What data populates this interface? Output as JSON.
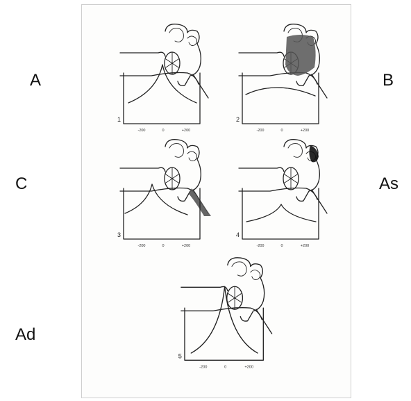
{
  "outer_labels": [
    "A",
    "B",
    "C",
    "As",
    "Ad"
  ],
  "panels": [
    {
      "number": "1",
      "ticks": [
        "-200",
        "0",
        "+200"
      ],
      "curve": "peak",
      "shading": "none"
    },
    {
      "number": "2",
      "ticks": [
        "-200",
        "0",
        "+200"
      ],
      "curve": "flat",
      "shading": "middle-ear"
    },
    {
      "number": "3",
      "ticks": [
        "-200",
        "0",
        "+200"
      ],
      "curve": "shifted-negative",
      "shading": "eustachian-tube"
    },
    {
      "number": "4",
      "ticks": [
        "-200",
        "0",
        "+200"
      ],
      "curve": "low-peak",
      "shading": "ossicles"
    },
    {
      "number": "5",
      "ticks": [
        "-200",
        "0",
        "+200"
      ],
      "curve": "high-peak",
      "shading": "none"
    }
  ],
  "colors": {
    "ink": "#222222",
    "shade": "#555555",
    "paper": "#fdfdfc"
  }
}
